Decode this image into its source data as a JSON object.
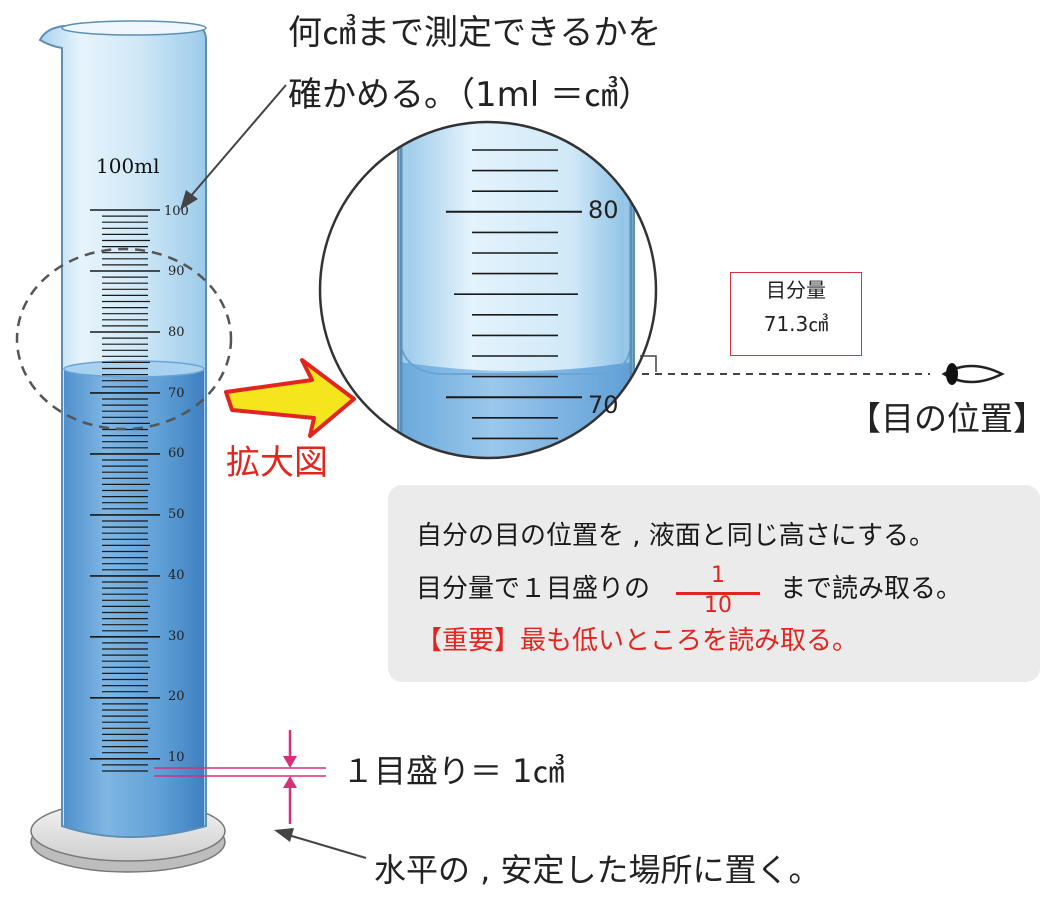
{
  "cylinder": {
    "capacity_label": "100ml",
    "scale_labels": [
      "100",
      "90",
      "80",
      "70",
      "60",
      "50",
      "40",
      "30",
      "20",
      "10"
    ]
  },
  "annotations": {
    "capacity_check_line1": "何㎤まで測定できるかを",
    "capacity_check_line2": "確かめる。（1ml ＝㎤）",
    "magnify_label": "拡大図",
    "one_division": "１目盛り＝ 1㎤",
    "level_place": "水平の , 安定した場所に置く。",
    "eye_position": "【目の位置】"
  },
  "magnified": {
    "upper_mark": "80",
    "lower_mark": "70"
  },
  "reading_box": {
    "title": "目分量",
    "value": "71.3㎤"
  },
  "instructions": {
    "line1": "自分の目の位置を , 液面と同じ高さにする。",
    "line2_before": "目分量で１目盛りの",
    "fraction_numerator": "1",
    "fraction_denominator": "10",
    "line2_after": "まで読み取る。",
    "important": "【重要】最も低いところを読み取る。"
  },
  "colors": {
    "liquid": "#5f9fd6",
    "glass": "#d7ecf8",
    "accent_red": "#e0261f",
    "arrow_yellow": "#f5e51c",
    "marker_pink": "#d4317a"
  }
}
